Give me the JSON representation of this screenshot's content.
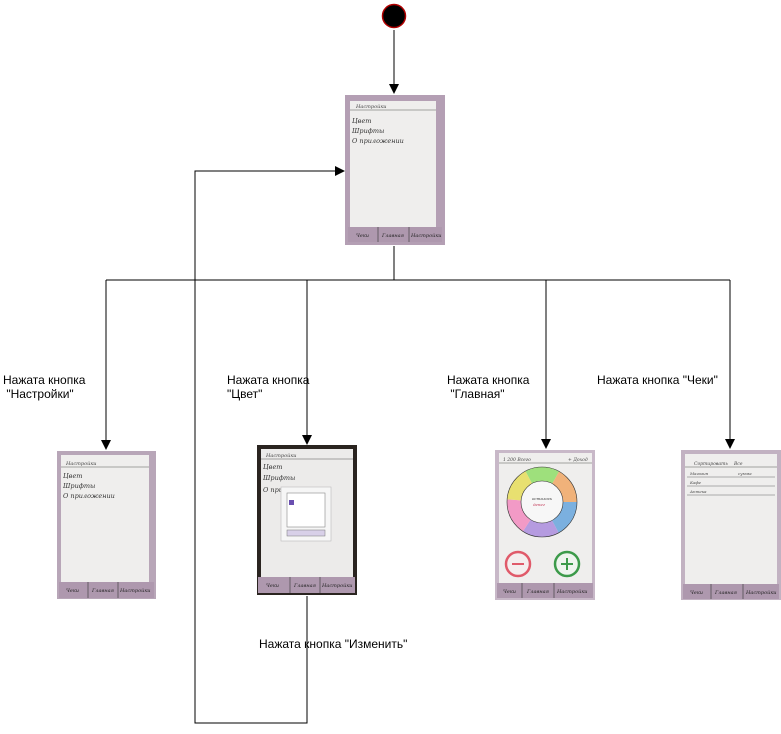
{
  "labels": {
    "settings": "Нажата кнопка\n \"Настройки\"",
    "color": "Нажата кнопка\n\"Цвет\"",
    "main": "Нажата кнопка\n \"Главная\"",
    "receipts": "Нажата кнопка \"Чеки\"",
    "edit": "Нажата кнопка \"Изменить\""
  },
  "colors": {
    "paper": "#ecebea",
    "photo_bg_purple": "#b49fb4",
    "photo_bg_dark": "#2a2420",
    "line": "#000000",
    "wheel": [
      "#7bb0df",
      "#b59be0",
      "#f29ac6",
      "#e8e070",
      "#9ee07c",
      "#f0b27a"
    ],
    "minus_btn": "#e05a6a",
    "plus_btn": "#3c9a4a"
  },
  "nodes": [
    {
      "id": "start",
      "type": "initial-state"
    },
    {
      "id": "settings-screen-top",
      "type": "sketch-photo",
      "screen": "settings"
    },
    {
      "id": "settings-screen",
      "type": "sketch-photo",
      "screen": "settings"
    },
    {
      "id": "color-screen",
      "type": "sketch-photo",
      "screen": "color-picker"
    },
    {
      "id": "main-screen",
      "type": "sketch-photo",
      "screen": "main-wheel"
    },
    {
      "id": "receipts-screen",
      "type": "sketch-photo",
      "screen": "receipts"
    }
  ]
}
